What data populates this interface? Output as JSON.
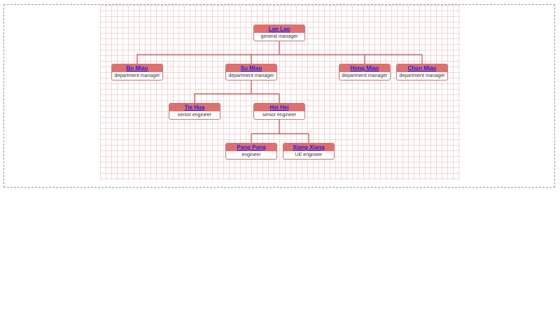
{
  "org_chart": {
    "nodes": [
      {
        "id": "laolao",
        "name": "Lao Lao",
        "title": "general manager"
      },
      {
        "id": "bomiao",
        "name": "Bo Miao",
        "title": "department manager"
      },
      {
        "id": "sumiao",
        "name": "Su Miao",
        "title": "department manager"
      },
      {
        "id": "hongmiao",
        "name": "Hong Miao",
        "title": "department manager"
      },
      {
        "id": "chunmiao",
        "name": "Chun Miao",
        "title": "department manager"
      },
      {
        "id": "tiehua",
        "name": "Tie Hua",
        "title": "senior engineer"
      },
      {
        "id": "heihei",
        "name": "Hei Hei",
        "title": "senior engineer"
      },
      {
        "id": "pangpang",
        "name": "Pang Pang",
        "title": "engineer"
      },
      {
        "id": "xiangxiang",
        "name": "Xiang Xiang",
        "title": "UE engineer"
      }
    ],
    "edges": [
      [
        "laolao",
        "bomiao"
      ],
      [
        "laolao",
        "sumiao"
      ],
      [
        "laolao",
        "hongmiao"
      ],
      [
        "laolao",
        "chunmiao"
      ],
      [
        "sumiao",
        "tiehua"
      ],
      [
        "sumiao",
        "heihei"
      ],
      [
        "heihei",
        "pangpang"
      ],
      [
        "heihei",
        "xiangxiang"
      ]
    ],
    "colors": {
      "header": "#e07070",
      "connector": "#c05050",
      "link": "#1a1aee",
      "grid": "#d69696"
    }
  }
}
